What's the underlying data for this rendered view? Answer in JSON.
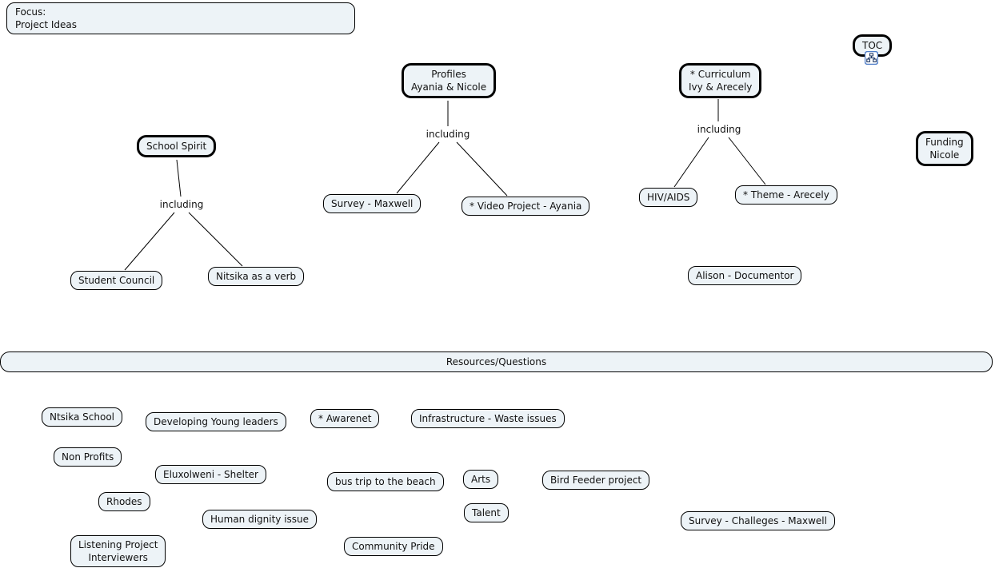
{
  "app": "concept-map",
  "colors": {
    "node_fill": "#edf3f7",
    "node_border": "#000000",
    "background": "#ffffff",
    "icon_blue": "#4d7cc7",
    "icon_navy": "#1f3864"
  },
  "focus_box": {
    "text": "Focus:\nProject Ideas"
  },
  "toc": {
    "label": "TOC",
    "icon": "linked-cmap-icon"
  },
  "linking_phrase": "including",
  "concepts": {
    "school_spirit": "School Spirit",
    "student_council": "Student Council",
    "nitsika_as_a_verb": "Nitsika as a verb",
    "profiles": "Profiles\nAyania & Nicole",
    "survey_maxwell": "Survey - Maxwell",
    "video_project_ayania": "* Video Project - Ayania",
    "curriculum": "* Curriculum\nIvy & Arecely",
    "hiv_aids": "HIV/AIDS",
    "theme_arecely": "* Theme - Arecely",
    "funding_nicole": "Funding\nNicole",
    "alison_documentor": "Alison - Documentor",
    "resources_questions": "Resources/Questions",
    "ntsika_school": "Ntsika School",
    "developing_young_leaders": "Developing Young leaders",
    "awarenet": "* Awarenet",
    "infrastructure_waste": "Infrastructure - Waste issues",
    "non_profits": "Non Profits",
    "eluxolweni_shelter": "Eluxolweni - Shelter",
    "bus_trip_beach": "bus trip to the beach",
    "arts": "Arts",
    "talent": "Talent",
    "bird_feeder_project": "Bird Feeder project",
    "rhodes": "Rhodes",
    "human_dignity_issue": "Human dignity issue",
    "survey_challeges_maxwell": "Survey - Challeges - Maxwell",
    "listening_project_interviewers": "Listening Project\nInterviewers",
    "community_pride": "Community Pride"
  }
}
